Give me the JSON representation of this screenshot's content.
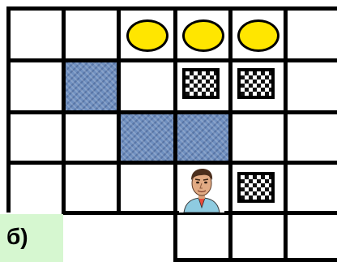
{
  "label": "б)",
  "colors": {
    "grid": "#000000",
    "water": "#6f8fbf",
    "coin": "#ffe600",
    "label_bg": "#d6f7d0"
  },
  "pieces": {
    "coins": 3,
    "flags": 3,
    "water_tiles": 3,
    "player": "man-portrait-icon"
  }
}
